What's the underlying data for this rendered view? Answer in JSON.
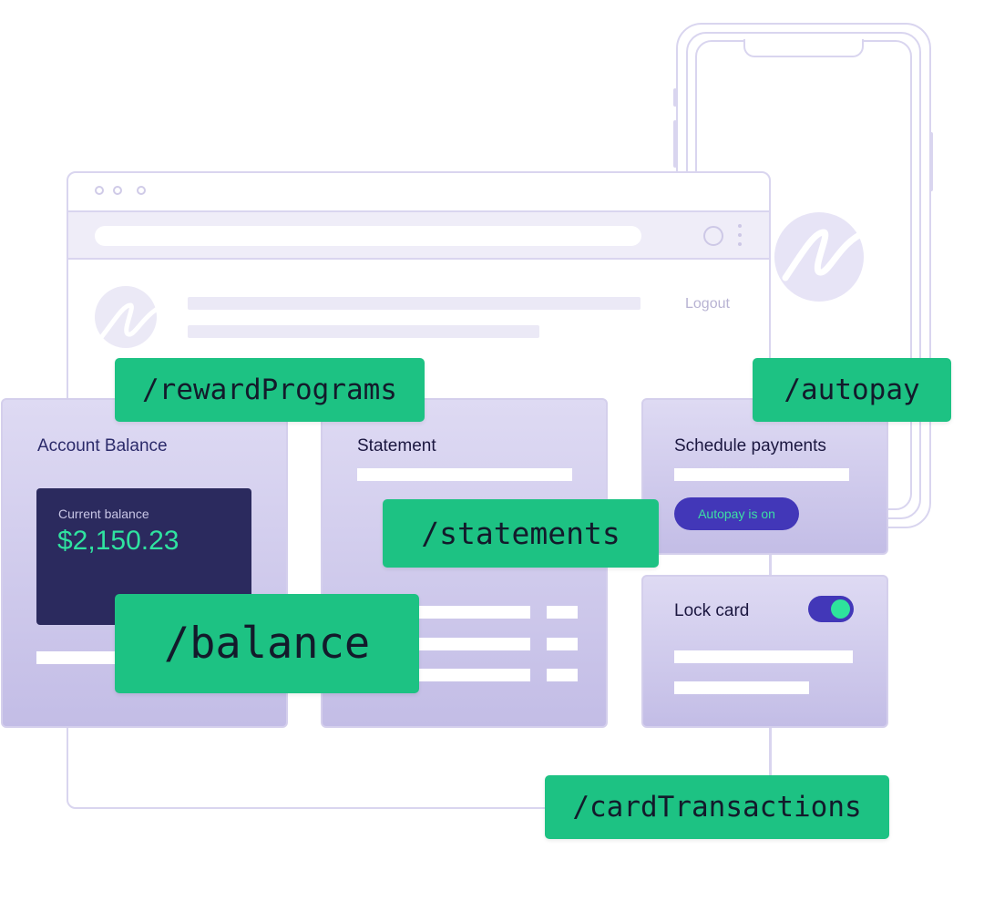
{
  "header": {
    "logout_label": "Logout"
  },
  "cards": {
    "balance": {
      "title": "Account Balance",
      "current_label": "Current balance",
      "current_value": "$2,150.23"
    },
    "statement": {
      "title": "Statement"
    },
    "schedule": {
      "title": "Schedule payments",
      "autopay_label": "Autopay is on"
    },
    "lock": {
      "title": "Lock card",
      "toggle_on": true
    }
  },
  "endpoints": {
    "reward_programs": "/rewardPrograms",
    "autopay": "/autopay",
    "statements": "/statements",
    "balance": "/balance",
    "card_transactions": "/cardTransactions"
  },
  "colors": {
    "tag_green": "#1dc283",
    "accent_purple": "#4237b8",
    "balance_green": "#2fe3a0",
    "balance_box": "#2b2a5e"
  },
  "icons": {
    "brand_logo": "brand-logo-icon"
  }
}
